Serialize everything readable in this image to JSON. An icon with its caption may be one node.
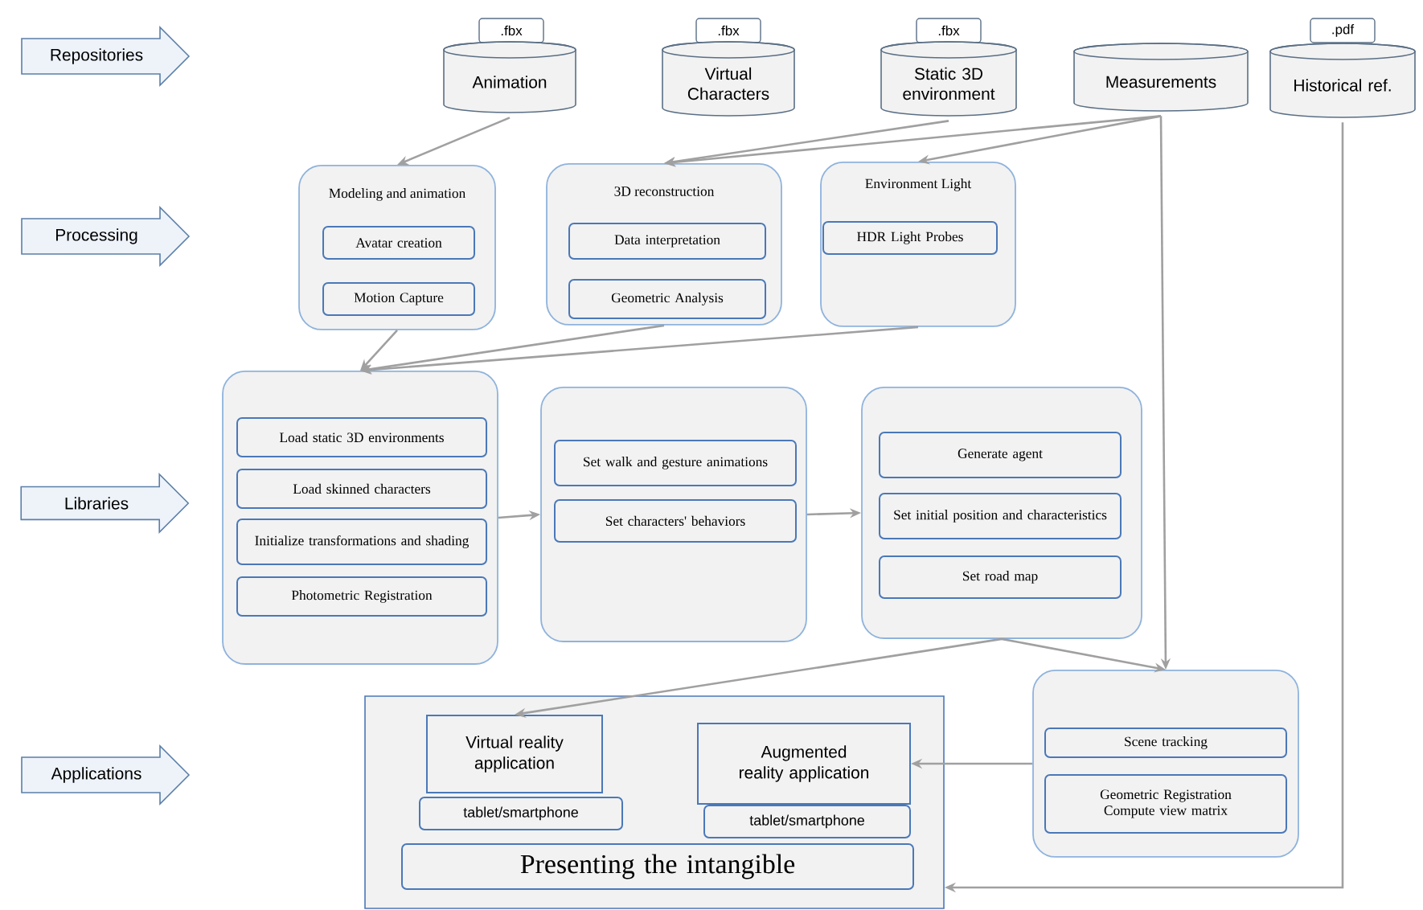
{
  "diagram": {
    "nodes": [
      {
        "text": [
          "Repositories"
        ]
      },
      {
        "text": [
          ".fbx"
        ]
      },
      {
        "text": [
          "Animation"
        ]
      },
      {
        "text": [
          ".fbx"
        ]
      },
      {
        "text": [
          "Virtual Characters"
        ]
      },
      {
        "text": [
          ".fbx"
        ]
      },
      {
        "text": [
          "Static 3D environment"
        ]
      },
      {
        "text": [
          "Measurements"
        ]
      },
      {
        "text": [
          ".pdf"
        ]
      },
      {
        "text": [
          "Historical ref."
        ]
      },
      {
        "text": [
          "Processing"
        ]
      },
      {
        "text": [
          "Modeling and animation"
        ]
      },
      {
        "text": [
          "Avatar creation"
        ],
        "in": 11
      },
      {
        "text": [
          "Motion Capture"
        ],
        "in": 11
      },
      {
        "text": [
          "3D reconstruction"
        ]
      },
      {
        "text": [
          "Data interpretation"
        ],
        "in": 14
      },
      {
        "text": [
          "Geometric Analysis"
        ],
        "in": 14
      },
      {
        "text": [
          "Environment Light"
        ]
      },
      {
        "text": [
          "HDR Light Probes"
        ],
        "in": 17
      },
      {
        "text": [
          "Libraries"
        ]
      },
      {
        "text": [],
        "shape": "box"
      },
      {
        "text": [
          "Load static 3D environments"
        ],
        "in": 20
      },
      {
        "text": [
          "Load skinned characters"
        ],
        "in": 20
      },
      {
        "text": [
          "Initialize transformations and shading"
        ],
        "in": 20
      },
      {
        "text": [
          "Photometric Registration"
        ],
        "in": 20
      },
      {
        "text": [],
        "shape": "box"
      },
      {
        "text": [
          "Set walk and gesture animations"
        ],
        "in": 25
      },
      {
        "text": [
          "Set characters' behaviors"
        ],
        "in": 25
      },
      {
        "text": [],
        "shape": "box"
      },
      {
        "text": [
          "Generate agent"
        ],
        "in": 28
      },
      {
        "text": [
          "Set initial position and characteristics"
        ],
        "in": 28
      },
      {
        "text": [
          "Set road map"
        ],
        "in": 28
      },
      {
        "text": [
          "Applications"
        ]
      },
      {
        "text": [],
        "shape": "box"
      },
      {
        "text": [
          "Virtual reality application"
        ],
        "in": 33
      },
      {
        "text": [
          "tablet/smartphone"
        ],
        "in": 33
      },
      {
        "text": [
          "Augmented reality application"
        ],
        "in": 33
      },
      {
        "text": [
          "tablet/smartphone"
        ],
        "in": 33
      },
      {
        "text": [
          "Presenting the intangible"
        ],
        "in": 33
      },
      {
        "text": [],
        "shape": "box"
      },
      {
        "text": [
          "Scene tracking"
        ],
        "in": 39
      },
      {
        "text": [
          "Geometric Registration Compute view matrix"
        ],
        "in": 39
      }
    ],
    "edges": [
      {
        "from": 2,
        "to": 11,
        "arrow": "to"
      },
      {
        "from": 6,
        "to": 14,
        "arrow": "to"
      },
      {
        "from": 7,
        "to": 14,
        "arrow": "to"
      },
      {
        "from": 7,
        "to": 17,
        "arrow": "to"
      },
      {
        "from": 7,
        "to": 39,
        "arrow": "to"
      },
      {
        "from": 9,
        "to": 33,
        "arrow": "to"
      },
      {
        "from": 11,
        "to": 20,
        "arrow": "to"
      },
      {
        "from": 14,
        "to": 20,
        "arrow": "to"
      },
      {
        "from": 17,
        "to": 20,
        "arrow": "to"
      },
      {
        "from": 20,
        "to": 25,
        "arrow": "to"
      },
      {
        "from": 25,
        "to": 28,
        "arrow": "to"
      },
      {
        "from": 28,
        "to": 34,
        "arrow": "to"
      },
      {
        "from": 28,
        "to": 39,
        "arrow": "to"
      },
      {
        "from": 39,
        "to": 36,
        "arrow": "to"
      }
    ]
  }
}
